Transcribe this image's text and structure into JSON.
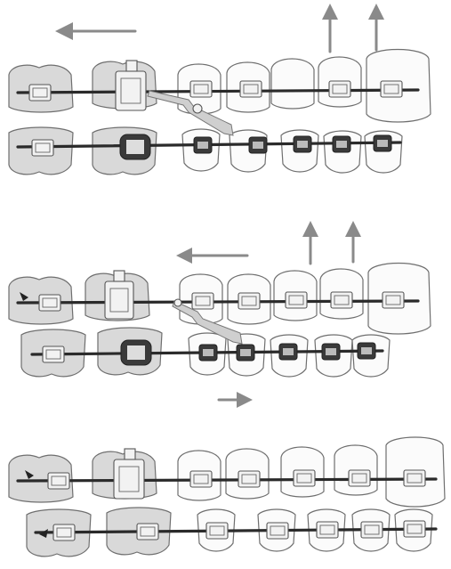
{
  "figure": {
    "panels": [
      {
        "id": "panel-1",
        "arrows": [
          "left",
          "up",
          "up"
        ]
      },
      {
        "id": "panel-2",
        "arrows": [
          "left",
          "up",
          "up",
          "right"
        ]
      },
      {
        "id": "panel-3",
        "arrows": []
      }
    ]
  }
}
